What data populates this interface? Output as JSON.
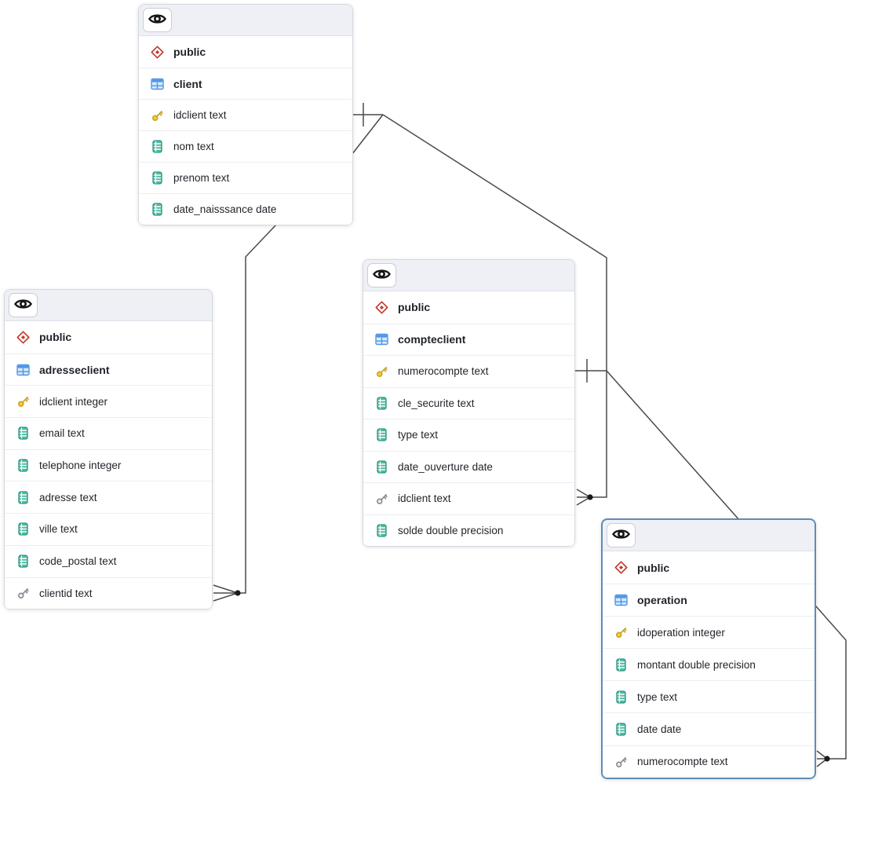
{
  "diagram": {
    "tables": [
      {
        "schema": "public",
        "name": "client",
        "fields": [
          {
            "label": "idclient text",
            "key": "primary"
          },
          {
            "label": "nom text",
            "key": "none"
          },
          {
            "label": "prenom text",
            "key": "none"
          },
          {
            "label": "date_naisssance date",
            "key": "none"
          }
        ]
      },
      {
        "schema": "public",
        "name": "adresseclient",
        "fields": [
          {
            "label": "idclient integer",
            "key": "primary"
          },
          {
            "label": "email text",
            "key": "none"
          },
          {
            "label": "telephone integer",
            "key": "none"
          },
          {
            "label": "adresse text",
            "key": "none"
          },
          {
            "label": "ville text",
            "key": "none"
          },
          {
            "label": "code_postal text",
            "key": "none"
          },
          {
            "label": "clientid text",
            "key": "foreign"
          }
        ]
      },
      {
        "schema": "public",
        "name": "compteclient",
        "fields": [
          {
            "label": "numerocompte text",
            "key": "primary"
          },
          {
            "label": "cle_securite text",
            "key": "none"
          },
          {
            "label": "type text",
            "key": "none"
          },
          {
            "label": "date_ouverture date",
            "key": "none"
          },
          {
            "label": "idclient text",
            "key": "foreign"
          },
          {
            "label": "solde double precision",
            "key": "none"
          }
        ]
      },
      {
        "schema": "public",
        "name": "operation",
        "fields": [
          {
            "label": "idoperation integer",
            "key": "primary"
          },
          {
            "label": "montant double precision",
            "key": "none"
          },
          {
            "label": "type text",
            "key": "none"
          },
          {
            "label": "date date",
            "key": "none"
          },
          {
            "label": "numerocompte text",
            "key": "foreign"
          }
        ]
      }
    ],
    "relationships": [
      {
        "from": "client.idclient",
        "to": "adresseclient.clientid",
        "from_cardinality": "one",
        "to_cardinality": "many"
      },
      {
        "from": "client.idclient",
        "to": "compteclient.idclient",
        "from_cardinality": "one",
        "to_cardinality": "many"
      },
      {
        "from": "compteclient.numerocompte",
        "to": "operation.numerocompte",
        "from_cardinality": "one",
        "to_cardinality": "many"
      }
    ],
    "selected_table": "operation"
  },
  "colors": {
    "selected_border": "#5d8cb8",
    "line": "#4a4a4a",
    "primary_key_fill": "#f6d32d",
    "primary_key_stroke": "#c9a227",
    "foreign_key_fill": "#eef0f2",
    "foreign_key_stroke": "#868d95",
    "column_icon_fill": "#53b9a3",
    "column_icon_stroke": "#2b9a82",
    "table_icon": "#4f95e5",
    "table_icon_fill": "#d8e9fb",
    "schema_icon": "#c0392b",
    "header_bg": "#eef0f5"
  }
}
